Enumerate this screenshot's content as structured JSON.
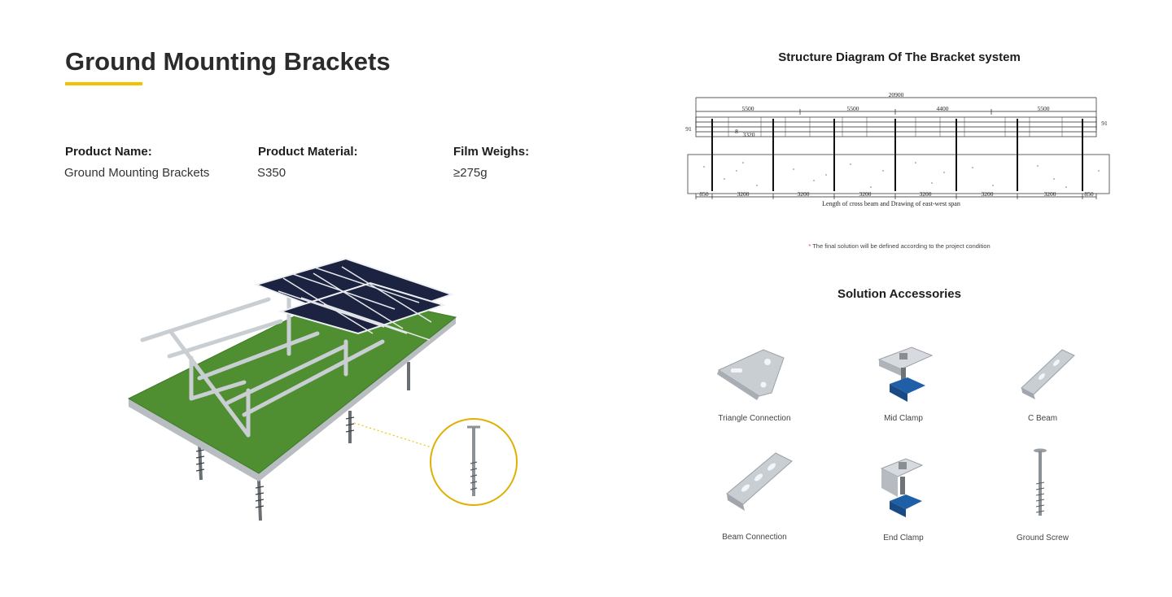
{
  "page": {
    "title": "Ground Mounting Brackets"
  },
  "specs": [
    {
      "label": "Product Name:",
      "value": "Ground Mounting Brackets"
    },
    {
      "label": "Product Material:",
      "value": "S350"
    },
    {
      "label": "Film Weighs:",
      "value": "≥275g"
    }
  ],
  "diagram": {
    "title": "Structure Diagram Of The Bracket system",
    "total_length": "20900",
    "spans": [
      "5500",
      "5500",
      "4400",
      "5500"
    ],
    "left_dim": "91",
    "right_dim": "91",
    "inner_dim": "8",
    "inner_dim2": "3320",
    "bottom_dims": [
      "850",
      "3200",
      "3200",
      "3200",
      "3200",
      "3200",
      "3200",
      "850"
    ],
    "caption": "Length of cross beam  and  Drawing of east-west span",
    "note_marker": "*",
    "note": "The final solution will be defined according to the project condition"
  },
  "accessories": {
    "title": "Solution Accessories",
    "items": [
      {
        "name": "Triangle Connection",
        "icon": "triangle-connection-icon"
      },
      {
        "name": "Mid Clamp",
        "icon": "mid-clamp-icon"
      },
      {
        "name": "C Beam",
        "icon": "c-beam-icon"
      },
      {
        "name": "Beam Connection",
        "icon": "beam-connection-icon"
      },
      {
        "name": "End Clamp",
        "icon": "end-clamp-icon"
      },
      {
        "name": "Ground Screw",
        "icon": "ground-screw-icon"
      }
    ]
  },
  "colors": {
    "accent": "#f2c200",
    "grass": "#4f8f32",
    "panel": "#1c2340",
    "steel": "#c9ced3",
    "clamp_blue": "#1f5fa8"
  }
}
